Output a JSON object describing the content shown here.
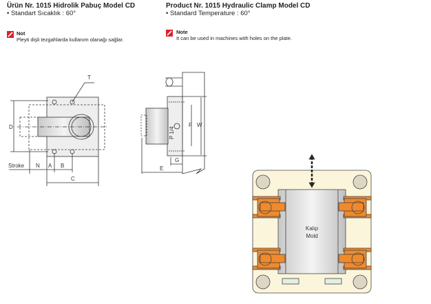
{
  "left": {
    "title": "Ürün Nr. 1015 Hidrolik Pabuç Model CD",
    "subtitle": "• Standart Sıcaklık : 60°",
    "note_label": "Not",
    "note_text": "Pleyti dişli tezgahlarda kullanım olanağı sağlar."
  },
  "right": {
    "title": "Product Nr. 1015 Hydraulic Clamp Model CD",
    "subtitle": "• Standard Temperature : 60°",
    "note_label": "Note",
    "note_text": "It can be used in machines with holes on the plate."
  },
  "drawing": {
    "labels": {
      "T": "T",
      "D": "D",
      "stroke": "Stroke",
      "N": "N",
      "A": "A",
      "B": "B",
      "C": "C",
      "E": "E",
      "G": "G",
      "F": "F",
      "W": "W",
      "port": "P 1/4"
    }
  },
  "layout_diagram": {
    "mold_tr": "Kalıp",
    "mold_en": "Mold"
  },
  "colors": {
    "accent": "#e0202a",
    "clamp": "#f08a2c",
    "plate": "#fbf5dc"
  }
}
